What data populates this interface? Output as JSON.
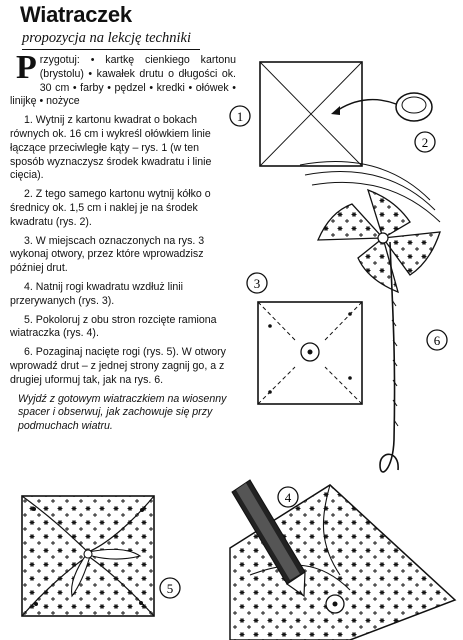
{
  "header": {
    "title": "Wiatraczek",
    "subtitle": "propozycja na lekcję techniki"
  },
  "materials": {
    "dropcap": "P",
    "text": "rzygotuj: • kartkę cienkiego kartonu (brystolu) • kawałek drutu o długości ok. 30 cm • farby • pędzel • kredki • ołówek • linijkę • nożyce"
  },
  "steps": [
    "1. Wytnij z kartonu kwadrat o bokach równych ok. 16 cm i wykreśl ołówkiem linie łączące przeciwległe kąty – rys. 1 (w ten sposób wyznaczysz środek kwadratu i linie cięcia).",
    "2. Z tego samego kartonu wytnij kółko o średnicy ok. 1,5 cm i naklej je na środek kwadratu (rys. 2).",
    "3. W miejscach oznaczonych na rys. 3 wykonaj otwory, przez które wprowadzisz później drut.",
    "4. Natnij rogi kwadratu wzdłuż linii przerywanych (rys. 3).",
    "5. Pokoloruj z obu stron rozcięte ramiona wiatraczka (rys. 4).",
    "6. Pozaginaj nacięte rogi (rys. 5). W otwory wprowadź drut – z jednej strony zagnij go, a z drugiej uformuj tak, jak na rys. 6."
  ],
  "closing": "Wyjdź z gotowym wiatraczkiem na wiosenny spacer i obserwuj, jak zachowuje się przy podmuchach wiatru.",
  "figures": {
    "fig1": "1",
    "fig2": "2",
    "fig3": "3",
    "fig4": "4",
    "fig5": "5",
    "fig6": "6"
  }
}
